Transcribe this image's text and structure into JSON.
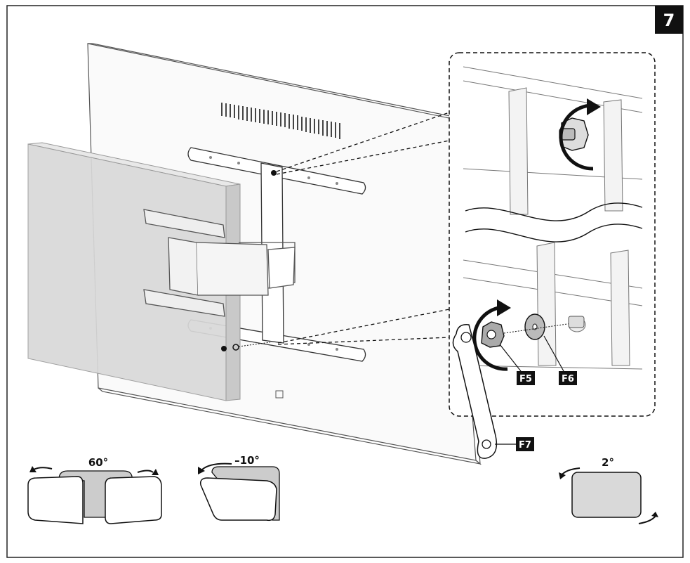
{
  "step_number": "7",
  "part_labels": {
    "nut": "F5",
    "washer": "F6",
    "wrench": "F7"
  },
  "angles": {
    "swivel": "60°",
    "tilt": "–10°",
    "level": "2°"
  },
  "colors": {
    "line": "#1a1a1a",
    "wall": "#d9d9d9",
    "label_bg": "#111111"
  }
}
